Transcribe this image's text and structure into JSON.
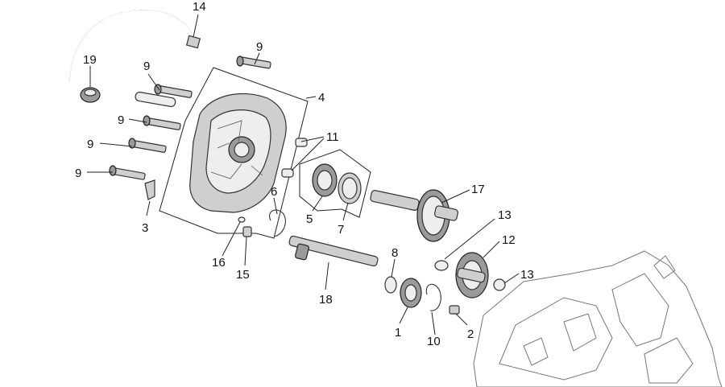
{
  "diagram": {
    "callouts": [
      {
        "id": "c14a",
        "label": "14"
      },
      {
        "id": "c19",
        "label": "19"
      },
      {
        "id": "c9a",
        "label": "9"
      },
      {
        "id": "c9b",
        "label": "9"
      },
      {
        "id": "c4",
        "label": "4"
      },
      {
        "id": "c9c",
        "label": "9"
      },
      {
        "id": "c11",
        "label": "11"
      },
      {
        "id": "c9d",
        "label": "9"
      },
      {
        "id": "c9e",
        "label": "9"
      },
      {
        "id": "c6",
        "label": "6"
      },
      {
        "id": "c17",
        "label": "17"
      },
      {
        "id": "c5",
        "label": "5"
      },
      {
        "id": "c7",
        "label": "7"
      },
      {
        "id": "c3",
        "label": "3"
      },
      {
        "id": "c13a",
        "label": "13"
      },
      {
        "id": "c12",
        "label": "12"
      },
      {
        "id": "c8",
        "label": "8"
      },
      {
        "id": "c16",
        "label": "16"
      },
      {
        "id": "c15",
        "label": "15"
      },
      {
        "id": "c13b",
        "label": "13"
      },
      {
        "id": "c18",
        "label": "18"
      },
      {
        "id": "c1",
        "label": "1"
      },
      {
        "id": "c2",
        "label": "2"
      },
      {
        "id": "c10",
        "label": "10"
      }
    ]
  }
}
